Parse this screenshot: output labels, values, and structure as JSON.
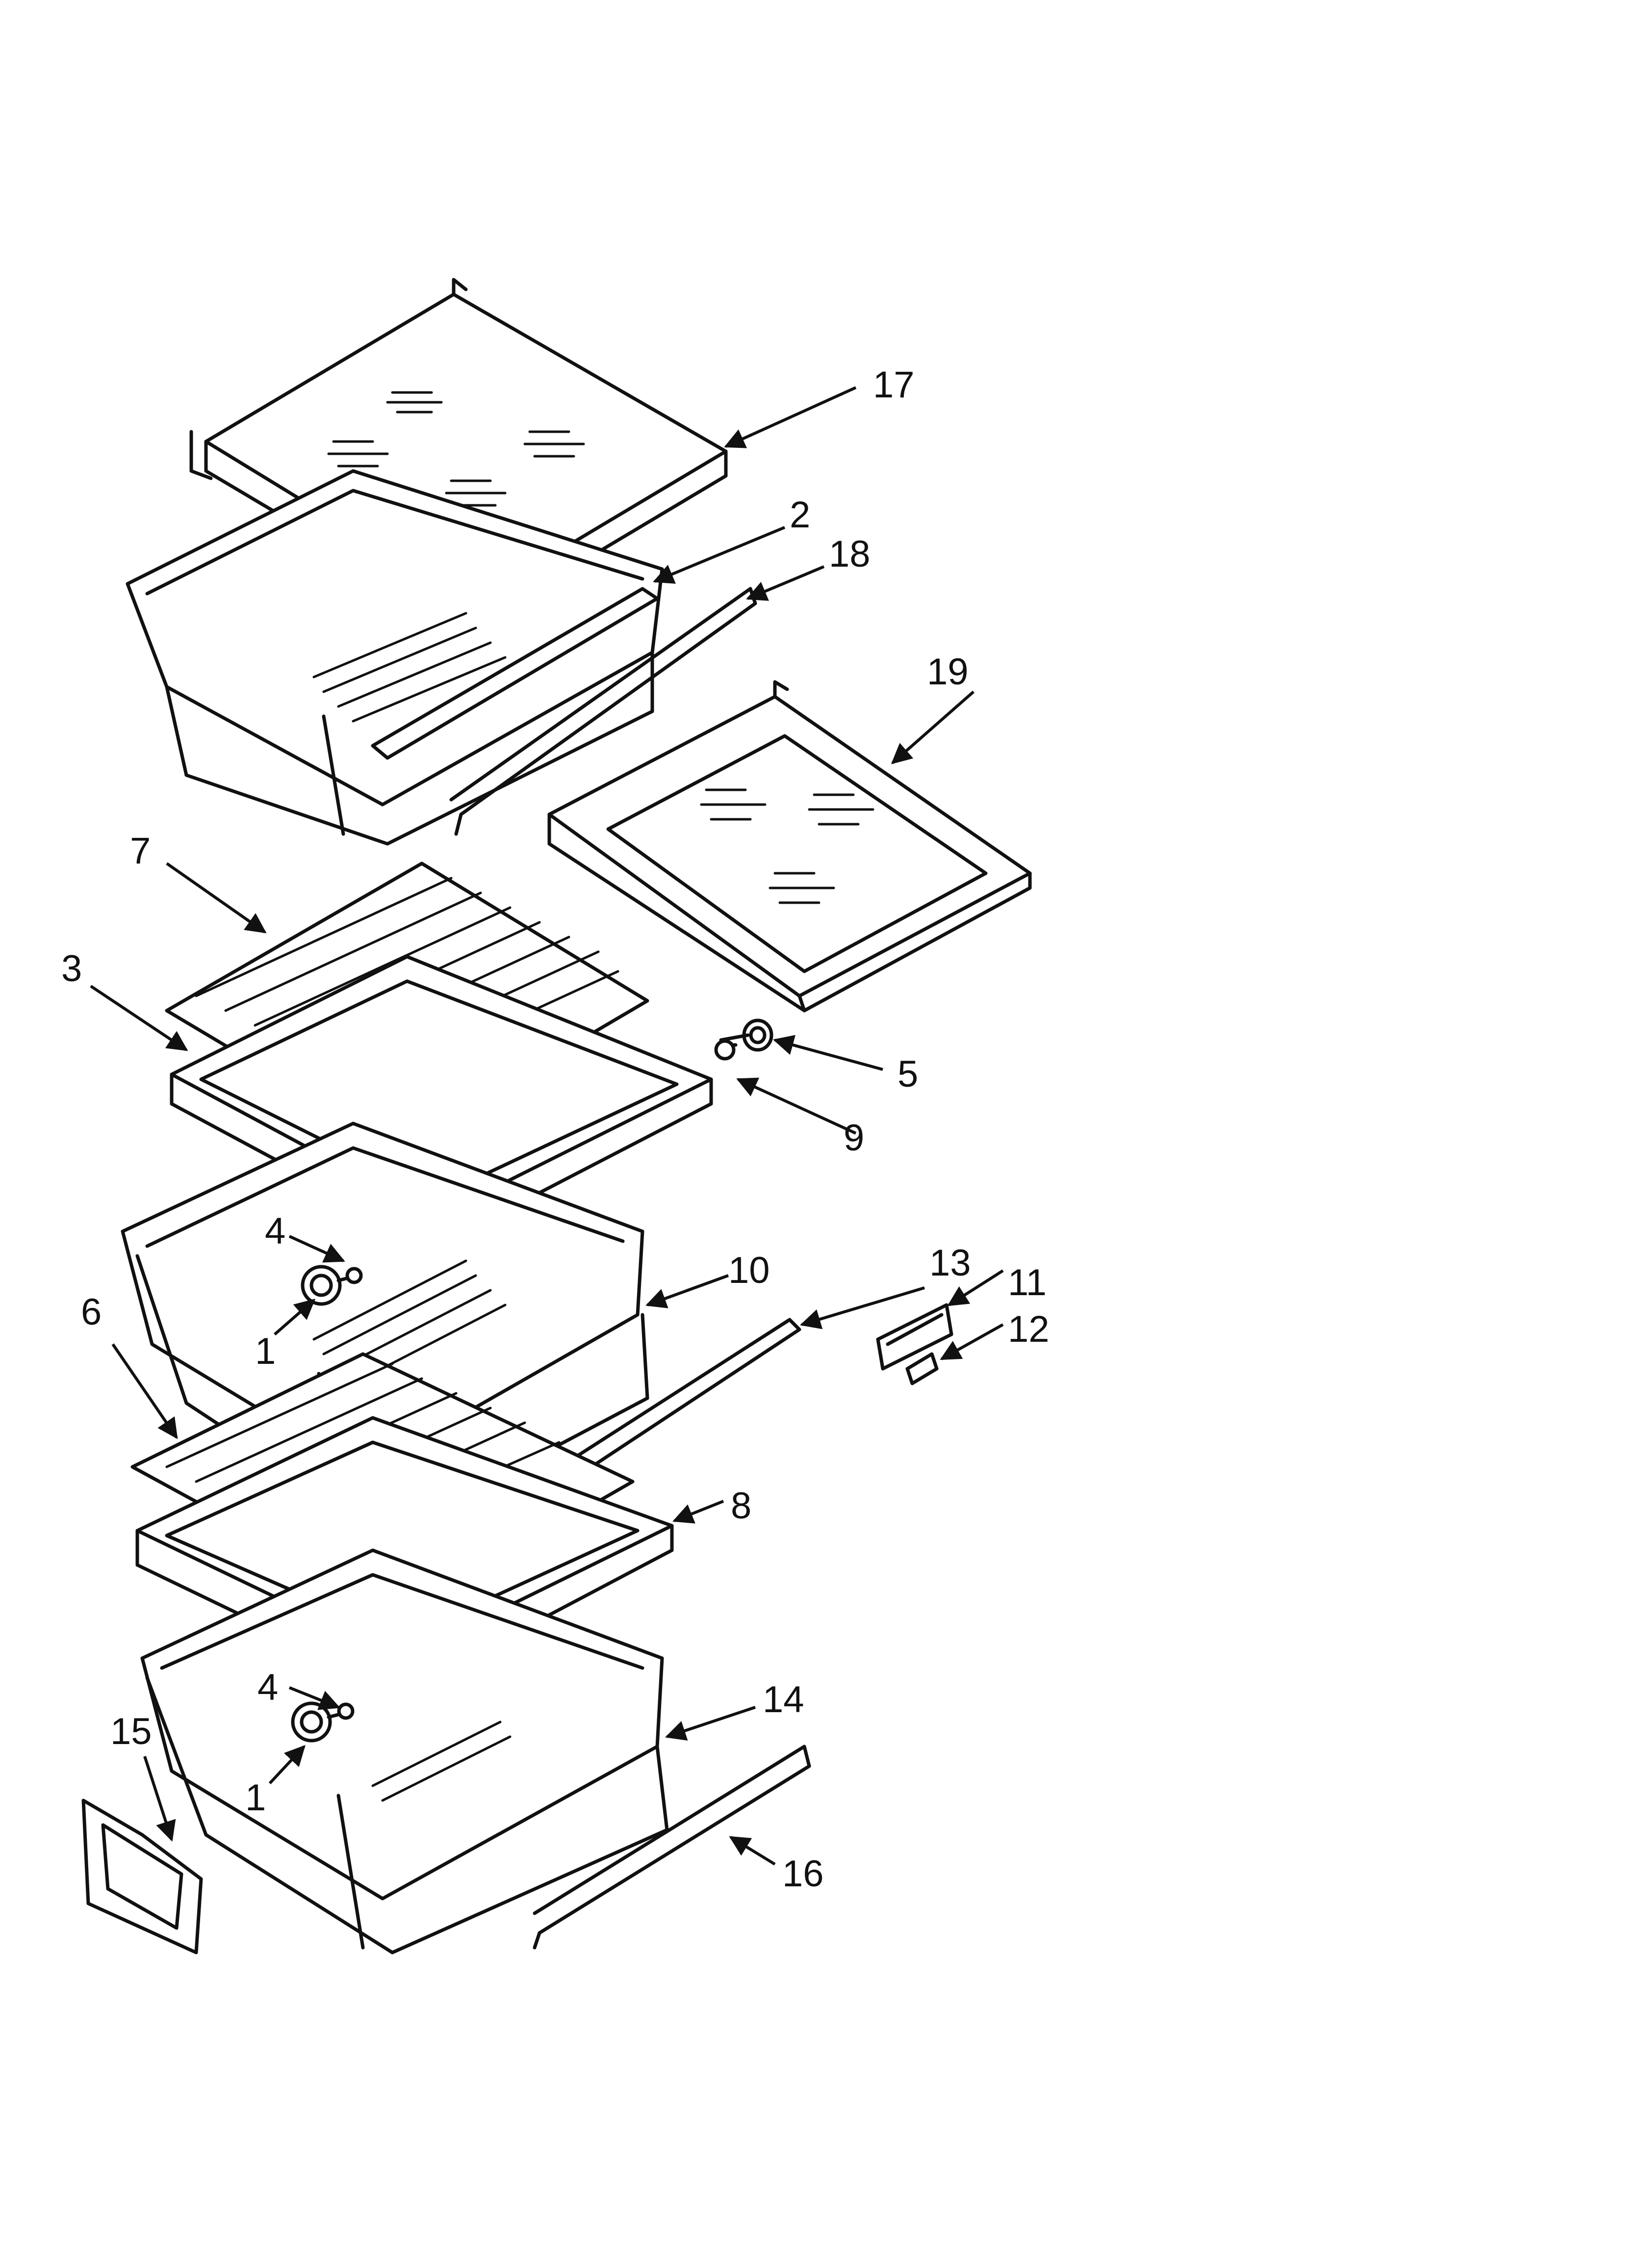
{
  "callouts": {
    "c17": "17",
    "c2": "2",
    "c18": "18",
    "c19": "19",
    "c7": "7",
    "c3": "3",
    "c5": "5",
    "c9": "9",
    "c4a": "4",
    "c1a": "1",
    "c10": "10",
    "c13": "13",
    "c11": "11",
    "c12": "12",
    "c6": "6",
    "c8": "8",
    "c4b": "4",
    "c1b": "1",
    "c14": "14",
    "c15": "15",
    "c16": "16"
  }
}
